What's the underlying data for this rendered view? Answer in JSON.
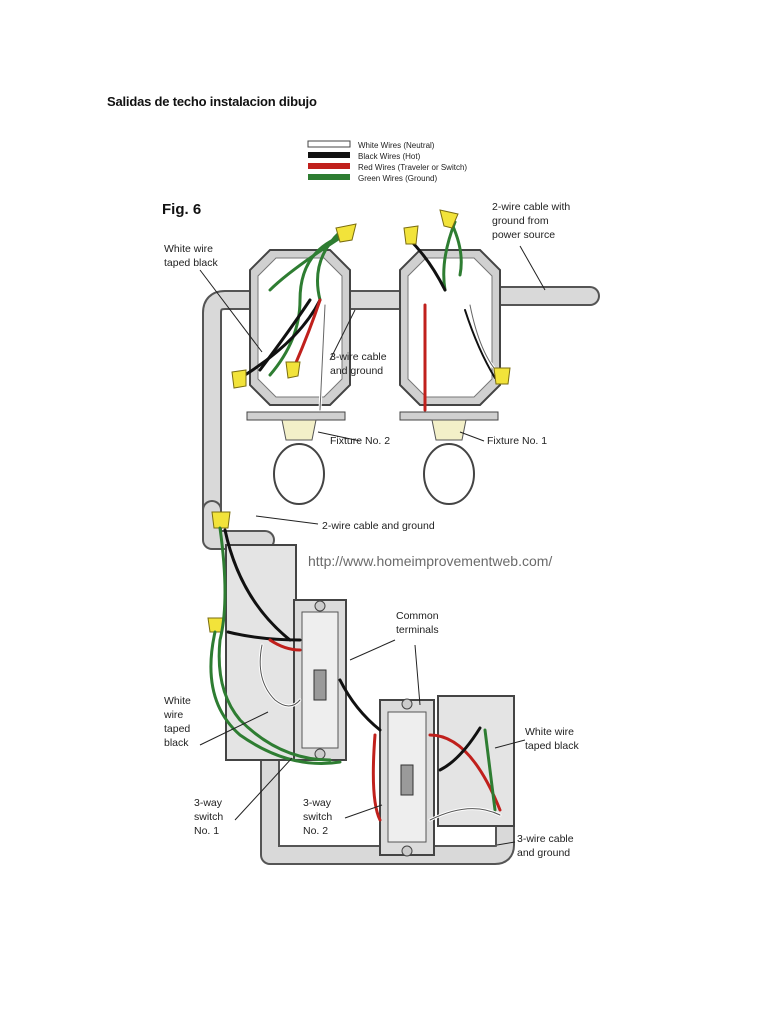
{
  "page": {
    "title": "Salidas de techo instalacion dibujo"
  },
  "diagram": {
    "figure_label": "Fig. 6",
    "watermark_url": "http://www.homeimprovementweb.com/",
    "legend": [
      {
        "label": "White Wires (Neutral)",
        "color": "#ffffff"
      },
      {
        "label": "Black Wires (Hot)",
        "color": "#111111"
      },
      {
        "label": "Red Wires (Traveler or Switch)",
        "color": "#c0201c"
      },
      {
        "label": "Green Wires (Ground)",
        "color": "#2e7d32"
      }
    ],
    "labels": {
      "power_source": [
        "2-wire cable with",
        "ground from",
        "power source"
      ],
      "white_taped_top": [
        "White wire",
        "taped black"
      ],
      "three_wire_top": [
        "3-wire cable",
        "and ground"
      ],
      "fixture_2": "Fixture No. 2",
      "fixture_1": "Fixture No. 1",
      "two_wire_mid": "2-wire cable and ground",
      "common_terminals": [
        "Common",
        "terminals"
      ],
      "white_taped_left": [
        "White",
        "wire",
        "taped",
        "black"
      ],
      "white_taped_right": [
        "White wire",
        "taped black"
      ],
      "switch_1": [
        "3-way",
        "switch",
        "No. 1"
      ],
      "switch_2": [
        "3-way",
        "switch",
        "No. 2"
      ],
      "three_wire_bottom": [
        "3-wire cable",
        "and ground"
      ]
    },
    "colors": {
      "cable": "#d9d9d9",
      "cable_edge": "#555555",
      "box": "#cfcfcf",
      "wirenut": "#f2e33a",
      "white_wire": "#ffffff",
      "black_wire": "#111111",
      "red_wire": "#c0201c",
      "green_wire": "#2e7d32"
    }
  }
}
